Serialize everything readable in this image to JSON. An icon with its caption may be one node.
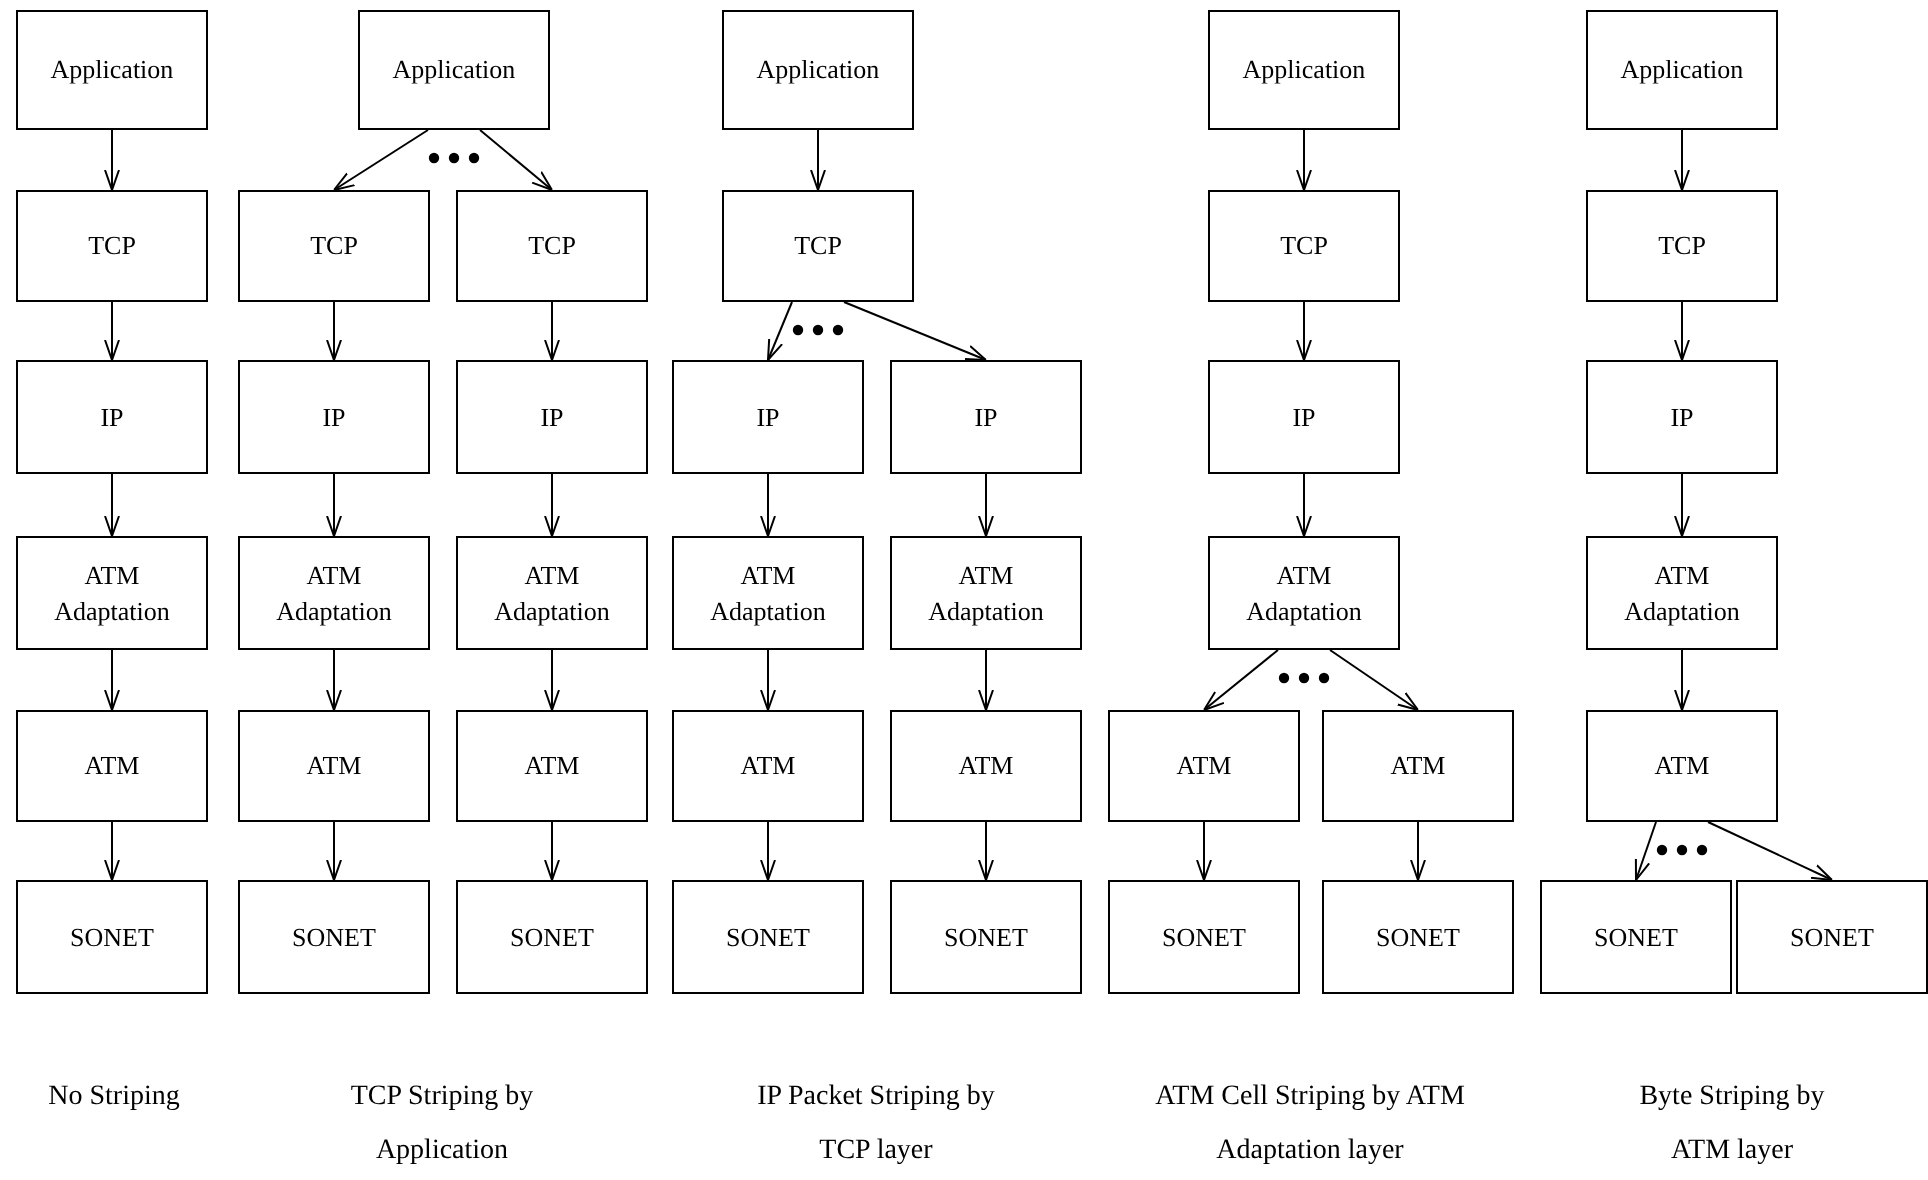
{
  "diagram": {
    "nodes": [
      {
        "text": [
          "Application"
        ]
      },
      {
        "text": [
          "TCP"
        ]
      },
      {
        "text": [
          "IP"
        ]
      },
      {
        "text": [
          "ATM Adaptation"
        ]
      },
      {
        "text": [
          "ATM"
        ]
      },
      {
        "text": [
          "SONET"
        ]
      },
      {
        "text": [
          "Application"
        ]
      },
      {
        "text": [
          "TCP"
        ]
      },
      {
        "text": [
          "TCP"
        ]
      },
      {
        "text": [
          "IP"
        ]
      },
      {
        "text": [
          "IP"
        ]
      },
      {
        "text": [
          "ATM Adaptation"
        ]
      },
      {
        "text": [
          "ATM Adaptation"
        ]
      },
      {
        "text": [
          "ATM"
        ]
      },
      {
        "text": [
          "ATM"
        ]
      },
      {
        "text": [
          "SONET"
        ]
      },
      {
        "text": [
          "SONET"
        ]
      },
      {
        "text": [
          "Application"
        ]
      },
      {
        "text": [
          "TCP"
        ]
      },
      {
        "text": [
          "IP"
        ]
      },
      {
        "text": [
          "IP"
        ]
      },
      {
        "text": [
          "ATM Adaptation"
        ]
      },
      {
        "text": [
          "ATM Adaptation"
        ]
      },
      {
        "text": [
          "ATM"
        ]
      },
      {
        "text": [
          "ATM"
        ]
      },
      {
        "text": [
          "SONET"
        ]
      },
      {
        "text": [
          "SONET"
        ]
      },
      {
        "text": [
          "Application"
        ]
      },
      {
        "text": [
          "TCP"
        ]
      },
      {
        "text": [
          "IP"
        ]
      },
      {
        "text": [
          "ATM Adaptation"
        ]
      },
      {
        "text": [
          "ATM"
        ]
      },
      {
        "text": [
          "ATM"
        ]
      },
      {
        "text": [
          "SONET"
        ]
      },
      {
        "text": [
          "SONET"
        ]
      },
      {
        "text": [
          "Application"
        ]
      },
      {
        "text": [
          "TCP"
        ]
      },
      {
        "text": [
          "IP"
        ]
      },
      {
        "text": [
          "ATM Adaptation"
        ]
      },
      {
        "text": [
          "ATM"
        ]
      },
      {
        "text": [
          "SONET"
        ]
      },
      {
        "text": [
          "SONET"
        ]
      }
    ],
    "edges": [
      {
        "from": 0,
        "to": 1,
        "arrow": "to"
      },
      {
        "from": 1,
        "to": 2,
        "arrow": "to"
      },
      {
        "from": 2,
        "to": 3,
        "arrow": "to"
      },
      {
        "from": 3,
        "to": 4,
        "arrow": "to"
      },
      {
        "from": 4,
        "to": 5,
        "arrow": "to"
      },
      {
        "from": 6,
        "to": 7,
        "arrow": "to"
      },
      {
        "from": 6,
        "to": 8,
        "arrow": "to"
      },
      {
        "from": 7,
        "to": 9,
        "arrow": "to"
      },
      {
        "from": 8,
        "to": 10,
        "arrow": "to"
      },
      {
        "from": 9,
        "to": 11,
        "arrow": "to"
      },
      {
        "from": 10,
        "to": 12,
        "arrow": "to"
      },
      {
        "from": 11,
        "to": 13,
        "arrow": "to"
      },
      {
        "from": 12,
        "to": 14,
        "arrow": "to"
      },
      {
        "from": 13,
        "to": 15,
        "arrow": "to"
      },
      {
        "from": 14,
        "to": 16,
        "arrow": "to"
      },
      {
        "from": 17,
        "to": 18,
        "arrow": "to"
      },
      {
        "from": 18,
        "to": 19,
        "arrow": "to"
      },
      {
        "from": 18,
        "to": 20,
        "arrow": "to"
      },
      {
        "from": 19,
        "to": 21,
        "arrow": "to"
      },
      {
        "from": 20,
        "to": 22,
        "arrow": "to"
      },
      {
        "from": 21,
        "to": 23,
        "arrow": "to"
      },
      {
        "from": 22,
        "to": 24,
        "arrow": "to"
      },
      {
        "from": 23,
        "to": 25,
        "arrow": "to"
      },
      {
        "from": 24,
        "to": 26,
        "arrow": "to"
      },
      {
        "from": 27,
        "to": 28,
        "arrow": "to"
      },
      {
        "from": 28,
        "to": 29,
        "arrow": "to"
      },
      {
        "from": 29,
        "to": 30,
        "arrow": "to"
      },
      {
        "from": 30,
        "to": 31,
        "arrow": "to"
      },
      {
        "from": 30,
        "to": 32,
        "arrow": "to"
      },
      {
        "from": 31,
        "to": 33,
        "arrow": "to"
      },
      {
        "from": 32,
        "to": 34,
        "arrow": "to"
      },
      {
        "from": 35,
        "to": 36,
        "arrow": "to"
      },
      {
        "from": 36,
        "to": 37,
        "arrow": "to"
      },
      {
        "from": 37,
        "to": 38,
        "arrow": "to"
      },
      {
        "from": 38,
        "to": 39,
        "arrow": "to"
      },
      {
        "from": 39,
        "to": 40,
        "arrow": "to"
      },
      {
        "from": 39,
        "to": 41,
        "arrow": "to"
      }
    ],
    "labels": [
      "No Striping",
      "TCP Striping by Application",
      "IP Packet Striping by TCP layer",
      "ATM Cell Striping by ATM Adaptation layer",
      "Byte Striping by ATM layer"
    ]
  }
}
